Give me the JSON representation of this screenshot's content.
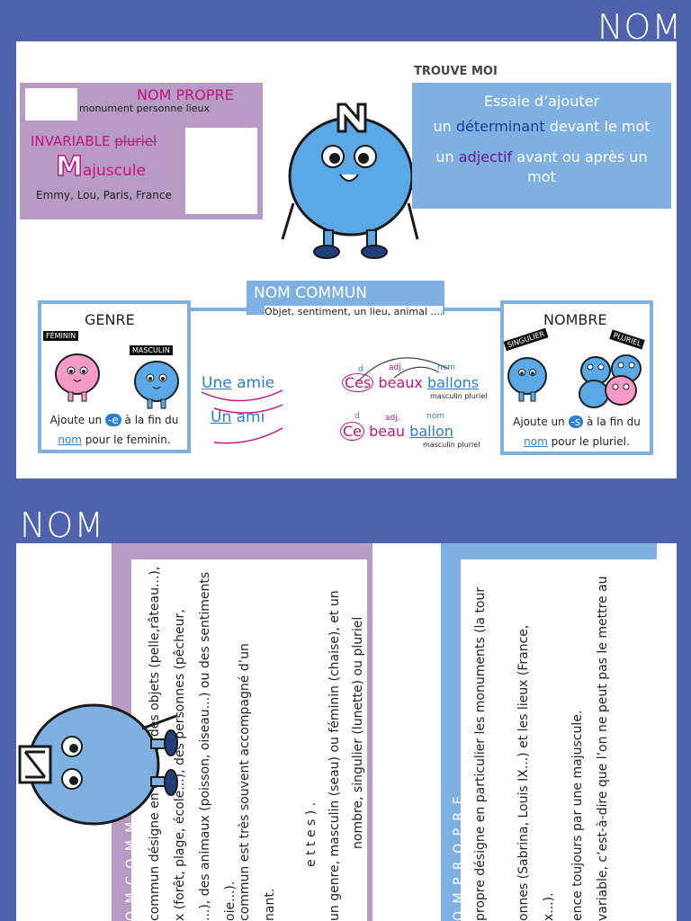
{
  "top": {
    "title": "NOM",
    "trouve_moi": "TROUVE MOI",
    "blue_box": {
      "line1": "Essaie d’ajouter",
      "line2_a": "un ",
      "line2_b": "déterminant",
      "line2_c": " devant le mot",
      "line3_a": "un ",
      "line3_b": "adjectif",
      "line3_c": " avant ou après un",
      "line4": "mot"
    },
    "nom_propre": {
      "title": "NOM PROPRE",
      "sub": "monument personne lieux",
      "invariable": "INVARIABLE",
      "pluriel": "pluriel",
      "maj_big": "M",
      "maj_rest": "ajuscule",
      "examples": "Emmy, Lou, Paris, France"
    },
    "nom_commun": {
      "title": "NOM COMMUN",
      "sub": "Objet, sentiment, un lieu, animal ....",
      "genre": {
        "title": "GENRE",
        "feminin": "FÉMININ",
        "masculin": "MASCULIN",
        "text1": "Ajoute un ",
        "e": "-e",
        "text2": " à la fin du",
        "nom": "nom",
        "text3": " pour le feminin."
      },
      "examples": {
        "une": "Une",
        "amie": "amie",
        "un": "Un",
        "ami": "ami",
        "d1": "d",
        "adj1": "adj.",
        "nom1": "nom",
        "ces": "Ces",
        "beaux": "beaux",
        "ballons": "ballons",
        "mp": "masculin pluriel",
        "d2": "d",
        "adj2": "adj.",
        "nom2": "nom",
        "ce": "Ce",
        "beau": "beau",
        "ballon": "ballon",
        "mp2": "masculin pluriel"
      },
      "nombre": {
        "title": "NOMBRE",
        "singulier": "SINGULIER",
        "pluriel": "PLURIEL",
        "text1": "Ajoute un ",
        "s": "-s",
        "text2": " à la fin du",
        "nom": "nom",
        "text3": " pour le pluriel."
      }
    }
  },
  "bottom": {
    "title": "NOM",
    "commun": {
      "heading": "O M   C O M M U N",
      "l1": "commun désigne en général des objets (pelle,râteau...),",
      "l2": "x (forêt, plage, école...), des personnes (pêcheur,",
      "l3": "...), des animaux (poisson, oiseau...) ou des sentiments",
      "l4": "oie...).",
      "l5": "commun est très souvent accompagné d’un",
      "l6": "nant.",
      "l7": "e t t e s ) .",
      "l8": "un genre, masculin (seau) ou féminin (chaise), et un",
      "l9": "nombre, singulier (lunette) ou pluriel"
    },
    "propre": {
      "heading": "O M   P R O P R E",
      "l1": "propre désigne en particulier les monuments (la tour",
      "l2": "onnes (Sabrina, Louis IX...) et les lieux (France,",
      "l3": "x...).",
      "l4": "ence toujours par une majuscule.",
      "l5": "variable, c’est-à-dire que l’on ne peut pas le mettre au"
    },
    "n_letter": "N"
  },
  "colors": {
    "background": "#4f62ad",
    "purple": "#b89bc4",
    "light_blue": "#7fb0e2",
    "pink": "#c2157f",
    "blue": "#2a7fd0",
    "character": "#5aa9e6"
  }
}
